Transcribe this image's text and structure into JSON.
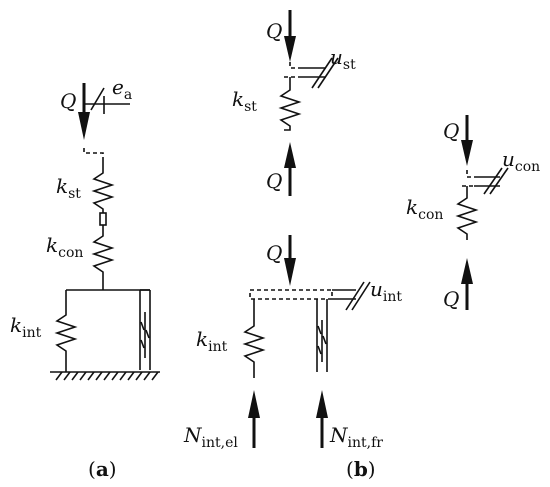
{
  "labels": {
    "a": {
      "Q": "Q",
      "e": "e",
      "e_sub": "a",
      "k_st": "k",
      "k_st_sub": "st",
      "k_con": "k",
      "k_con_sub": "con",
      "k_int": "k",
      "k_int_sub": "int"
    },
    "b_st": {
      "Q_top": "Q",
      "Q_bot": "Q",
      "k": "k",
      "k_sub": "st",
      "u": "u",
      "u_sub": "st"
    },
    "b_con": {
      "Q_top": "Q",
      "Q_bot": "Q",
      "k": "k",
      "k_sub": "con",
      "u": "u",
      "u_sub": "con"
    },
    "b_int": {
      "Q": "Q",
      "k": "k",
      "k_sub": "int",
      "u": "u",
      "u_sub": "int",
      "N_el": "N",
      "N_el_sub": "int,el",
      "N_fr": "N",
      "N_fr_sub": "int,fr"
    }
  },
  "captions": {
    "a_open": "(",
    "a_letter": "a",
    "a_close": ")",
    "b_open": "(",
    "b_letter": "b",
    "b_close": ")"
  }
}
